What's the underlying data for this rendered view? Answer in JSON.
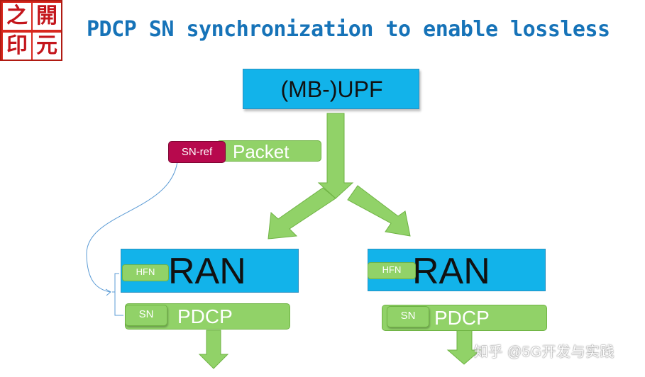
{
  "logo": {
    "chars": [
      "之",
      "開",
      "印",
      "元"
    ]
  },
  "title": "PDCP SN synchronization to enable lossless",
  "upf": {
    "label": "(MB-)UPF"
  },
  "packet": {
    "sn_ref": "SN-ref",
    "label": "Packet"
  },
  "ran_left": {
    "label": "RAN",
    "hfn": "HFN",
    "sn": "SN",
    "pdcp": "PDCP"
  },
  "ran_right": {
    "label": "RAN",
    "hfn": "HFN",
    "sn": "SN",
    "pdcp": "PDCP"
  },
  "watermark": "知乎 @5G开发与实践",
  "colors": {
    "title": "#1673b8",
    "box_blue": "#12b3ea",
    "box_green": "#91d268",
    "sn_ref": "#b7094d",
    "connector": "#5b9bd5"
  }
}
